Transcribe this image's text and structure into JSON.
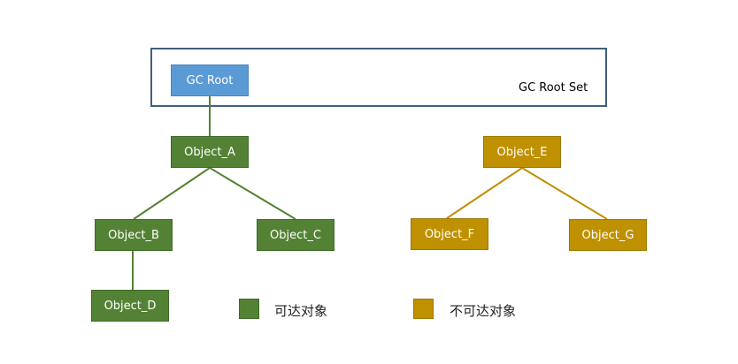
{
  "root_set": {
    "label": "GC Root Set"
  },
  "nodes": {
    "gc_root": "GC Root",
    "object_a": "Object_A",
    "object_b": "Object_B",
    "object_c": "Object_C",
    "object_d": "Object_D",
    "object_e": "Object_E",
    "object_f": "Object_F",
    "object_g": "Object_G"
  },
  "legend": {
    "reachable": {
      "label": "可达对象",
      "color": "#548235"
    },
    "unreachable": {
      "label": "不可达对象",
      "color": "#bf9000"
    }
  },
  "colors": {
    "root": "#5b9bd5",
    "reachable": "#548235",
    "unreachable": "#bf9000",
    "root_set_border": "#3f5f7f"
  }
}
